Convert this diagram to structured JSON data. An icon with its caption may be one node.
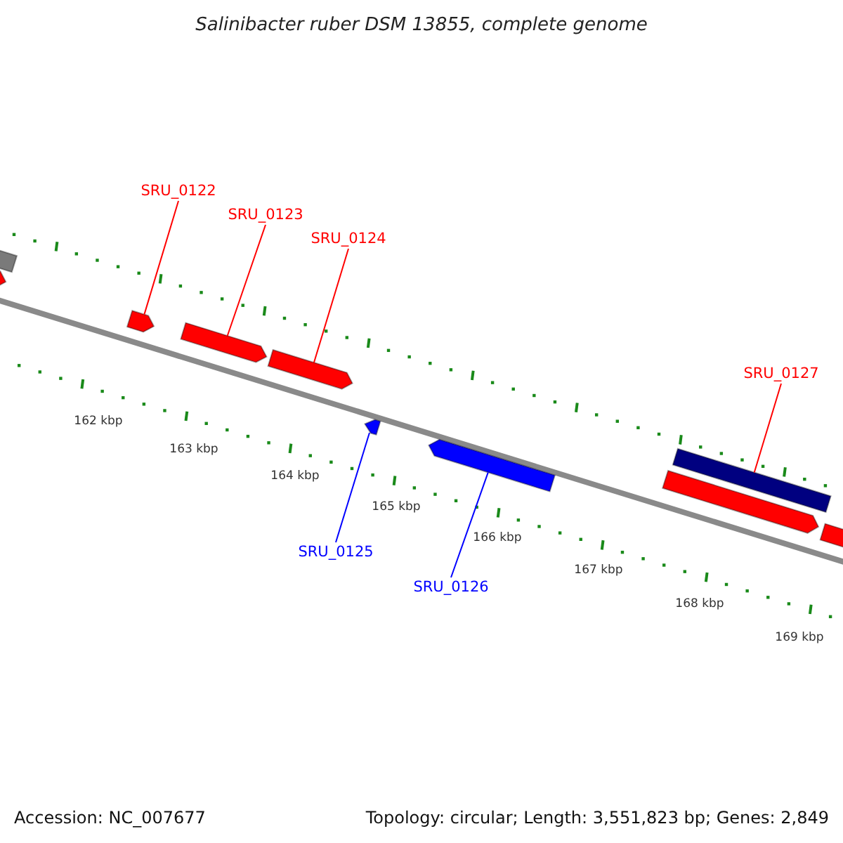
{
  "diagram": {
    "title": "Salinibacter ruber DSM 13855, complete genome",
    "nodes": [
      {
        "text": [
          "SRU_0122"
        ]
      },
      {
        "text": [
          "SRU_0123"
        ]
      },
      {
        "text": [
          "SRU_0124"
        ]
      },
      {
        "text": [
          "SRU_0125"
        ]
      },
      {
        "text": [
          "SRU_0126"
        ]
      },
      {
        "text": [
          "SRU_0127"
        ]
      },
      {
        "text": [],
        "shape": "bar"
      },
      {
        "text": [],
        "shape": "arrow"
      },
      {
        "text": [],
        "shape": "arrow"
      },
      {
        "text": [],
        "shape": "arrow"
      },
      {
        "text": [],
        "shape": "arrow"
      },
      {
        "text": [],
        "shape": "arrow"
      },
      {
        "text": [],
        "shape": "arrow"
      },
      {
        "text": [],
        "shape": "bar"
      },
      {
        "text": [],
        "shape": "arrow"
      },
      {
        "text": [],
        "shape": "arrow"
      }
    ],
    "edges": [
      {
        "from": 0,
        "to": 8,
        "arrow": "none"
      },
      {
        "from": 1,
        "to": 9,
        "arrow": "none"
      },
      {
        "from": 2,
        "to": 10,
        "arrow": "none"
      },
      {
        "from": 3,
        "to": 11,
        "arrow": "none",
        "color": "#0000ff"
      },
      {
        "from": 4,
        "to": 12,
        "arrow": "none",
        "color": "#0000ff"
      },
      {
        "from": 5,
        "to": 13,
        "arrow": "none"
      }
    ],
    "labels": [
      "162 kbp",
      "163 kbp",
      "164 kbp",
      "165 kbp",
      "166 kbp",
      "167 kbp",
      "168 kbp",
      "169 kbp",
      "Accession: NC_007677",
      "Topology: circular; Length: 3,551,823 bp; Genes: 2,849"
    ]
  }
}
